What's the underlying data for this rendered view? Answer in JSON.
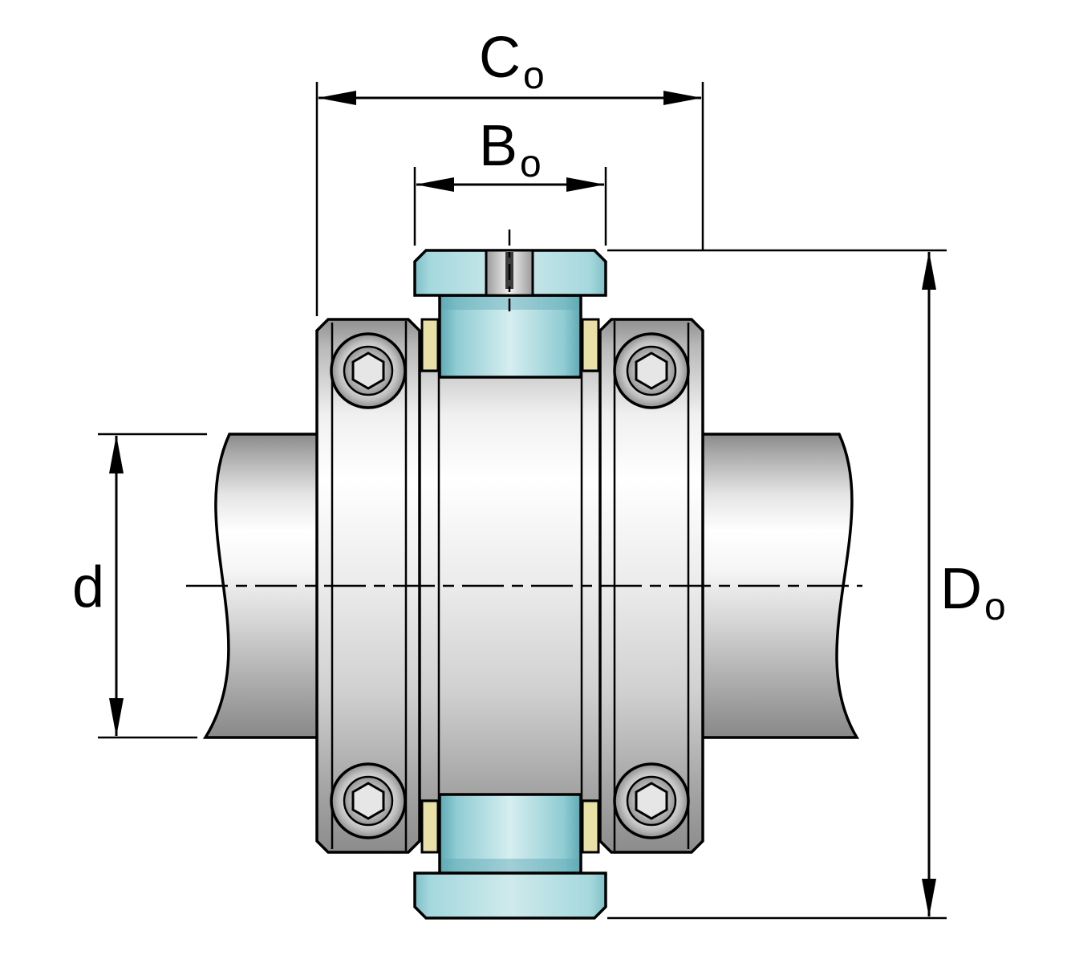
{
  "diagram": {
    "labels": {
      "co": {
        "base": "C",
        "sub": "o"
      },
      "bo": {
        "base": "B",
        "sub": "o"
      },
      "d": {
        "base": "d",
        "sub": ""
      },
      "do": {
        "base": "D",
        "sub": "o"
      }
    },
    "colors": {
      "outline": "#000000",
      "teal_dark": "#5fa9b4",
      "teal_mid": "#8fccd3",
      "teal_light": "#d6eef0",
      "cap_edge": "#7fc0c8",
      "cap_light": "#cfeaec",
      "brass": "#e9e0a8",
      "metal_highlight": "#ffffff",
      "metal_shadow": "#8c8c8c",
      "background": "#ffffff"
    }
  }
}
